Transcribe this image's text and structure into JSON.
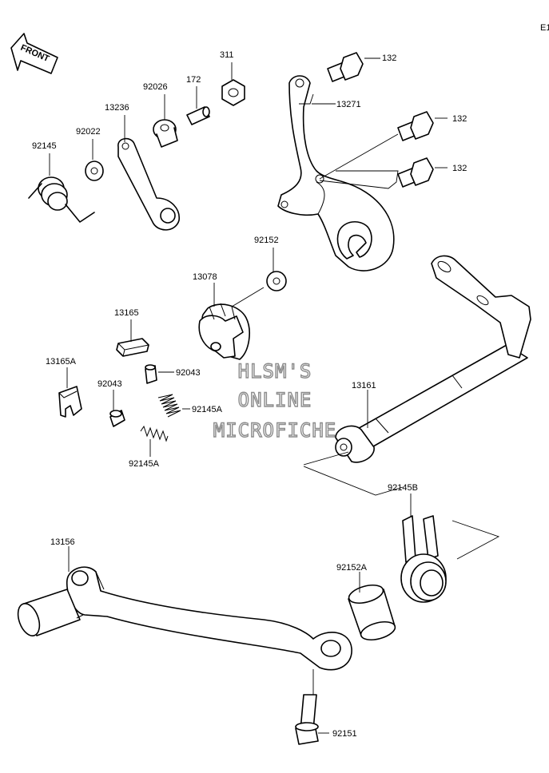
{
  "page_code": "E1",
  "front_label": "FRONT",
  "watermark": [
    "HLSM'S",
    "ONLINE",
    "MICROFICHE"
  ],
  "parts": [
    {
      "id": "311"
    },
    {
      "id": "172"
    },
    {
      "id": "92026"
    },
    {
      "id": "13236"
    },
    {
      "id": "92022"
    },
    {
      "id": "92145"
    },
    {
      "id": "132"
    },
    {
      "id": "13271"
    },
    {
      "id": "132"
    },
    {
      "id": "132"
    },
    {
      "id": "92152"
    },
    {
      "id": "13078"
    },
    {
      "id": "13165"
    },
    {
      "id": "13165A"
    },
    {
      "id": "92043"
    },
    {
      "id": "92043"
    },
    {
      "id": "92145A"
    },
    {
      "id": "92145A"
    },
    {
      "id": "13161"
    },
    {
      "id": "92145B"
    },
    {
      "id": "13156"
    },
    {
      "id": "92152A"
    },
    {
      "id": "92151"
    }
  ]
}
